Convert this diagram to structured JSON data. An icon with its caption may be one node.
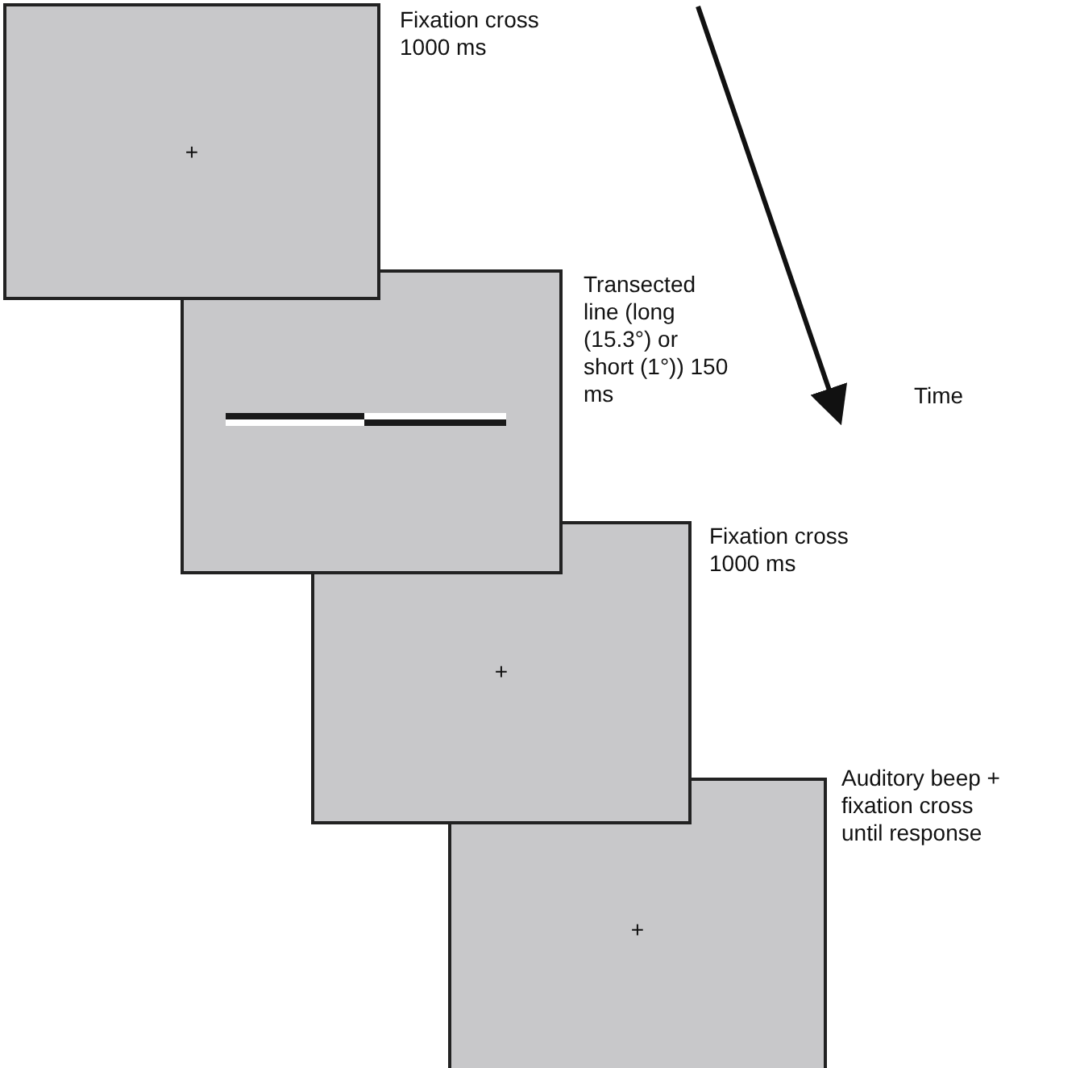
{
  "diagram": {
    "nodes": [
      {
        "text": [
          "+"
        ],
        "beside": [
          "Fixation cross 1000 ms"
        ]
      },
      {
        "text": [],
        "shape": "box",
        "beside": [
          "Transected line (long (15.3°) or short (1°)) 150 ms"
        ]
      },
      {
        "text": [
          "+"
        ],
        "beside": [
          "Fixation cross 1000 ms"
        ]
      },
      {
        "text": [
          "+"
        ],
        "beside": [
          "Auditory beep + fixation cross until response"
        ]
      }
    ],
    "labels": [
      "Time"
    ]
  }
}
